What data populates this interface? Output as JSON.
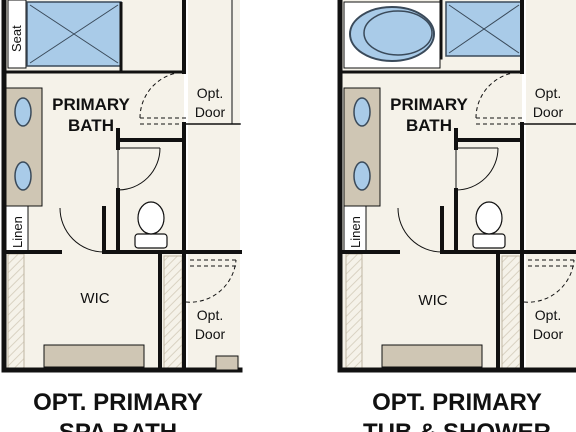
{
  "plans": [
    {
      "title_line1": "OPT. PRIMARY",
      "title_line2": "SPA BATH",
      "room_line1": "PRIMARY",
      "room_line2": "BATH",
      "seat": "Seat",
      "linen": "Linen",
      "wic": "WIC",
      "door1_line1": "Opt.",
      "door1_line2": "Door",
      "door2_line1": "Opt.",
      "door2_line2": "Door"
    },
    {
      "title_line1": "OPT. PRIMARY",
      "title_line2": "TUB & SHOWER",
      "room_line1": "PRIMARY",
      "room_line2": "BATH",
      "linen": "Linen",
      "wic": "WIC",
      "door1_line1": "Opt.",
      "door1_line2": "Door",
      "door2_line1": "Opt.",
      "door2_line2": "Door"
    }
  ],
  "colors": {
    "wall": "#111111",
    "floor": "#f5f2e9",
    "counter": "#cfc6b4",
    "fixture_blue": "#a9cbe8",
    "fixture_outline": "#3a4a5a"
  }
}
